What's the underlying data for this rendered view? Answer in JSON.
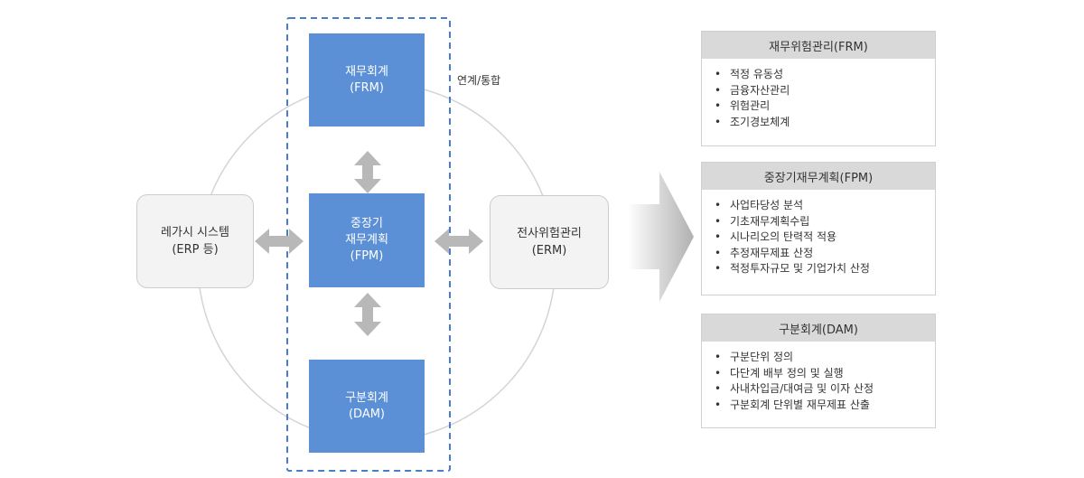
{
  "center": {
    "box_top": {
      "line1": "재무회계",
      "line2": "(FRM)"
    },
    "box_mid": {
      "line1": "중장기",
      "line2": "재무계획",
      "line3": "(FPM)"
    },
    "box_bottom": {
      "line1": "구분회계",
      "line2": "(DAM)"
    },
    "link_label": "연계/통합"
  },
  "side": {
    "left": {
      "line1": "레가시 시스템",
      "line2": "(ERP 등)"
    },
    "right": {
      "line1": "전사위험관리",
      "line2": "(ERM)"
    }
  },
  "panels": [
    {
      "title": "재무위험관리(FRM)",
      "items": [
        "적정 유동성",
        "금융자산관리",
        "위험관리",
        "조기경보체계"
      ]
    },
    {
      "title": "중장기재무계획(FPM)",
      "items": [
        "사업타당성 분석",
        "기초재무계획수립",
        "시나리오의 탄력적 적용",
        "추정재무제표 산정",
        "적정투자규모 및 기업가치 산정"
      ]
    },
    {
      "title": "구분회계(DAM)",
      "items": [
        "구분단위 정의",
        "다단계 배부 정의 및 실행",
        "사내차입금/대여금 및 이자 산정",
        "구분회계 단위별 재무제표 산출"
      ]
    }
  ],
  "colors": {
    "accent_blue": "#5b8fd6",
    "dash_blue": "#4a7cc7",
    "arrow_grey": "#b8b8b8",
    "circle": "#d4d4d4"
  }
}
